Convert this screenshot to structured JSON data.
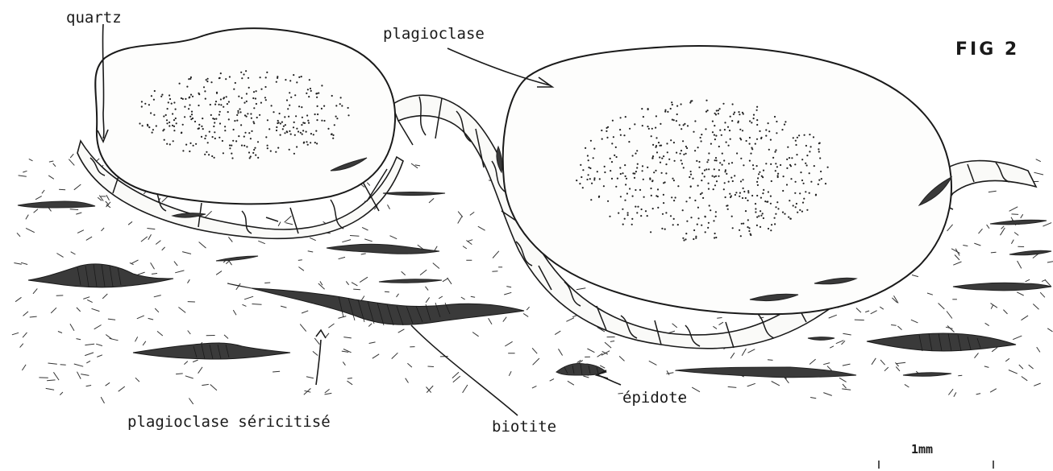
{
  "figure": {
    "title": "FIG 2",
    "labels": {
      "quartz": "quartz",
      "plagioclase": "plagioclase",
      "plagioclase_sericitise": "plagioclase séricitisé",
      "biotite": "biotite",
      "epidote": "épidote"
    },
    "scale_bar": {
      "label": "1mm"
    }
  }
}
